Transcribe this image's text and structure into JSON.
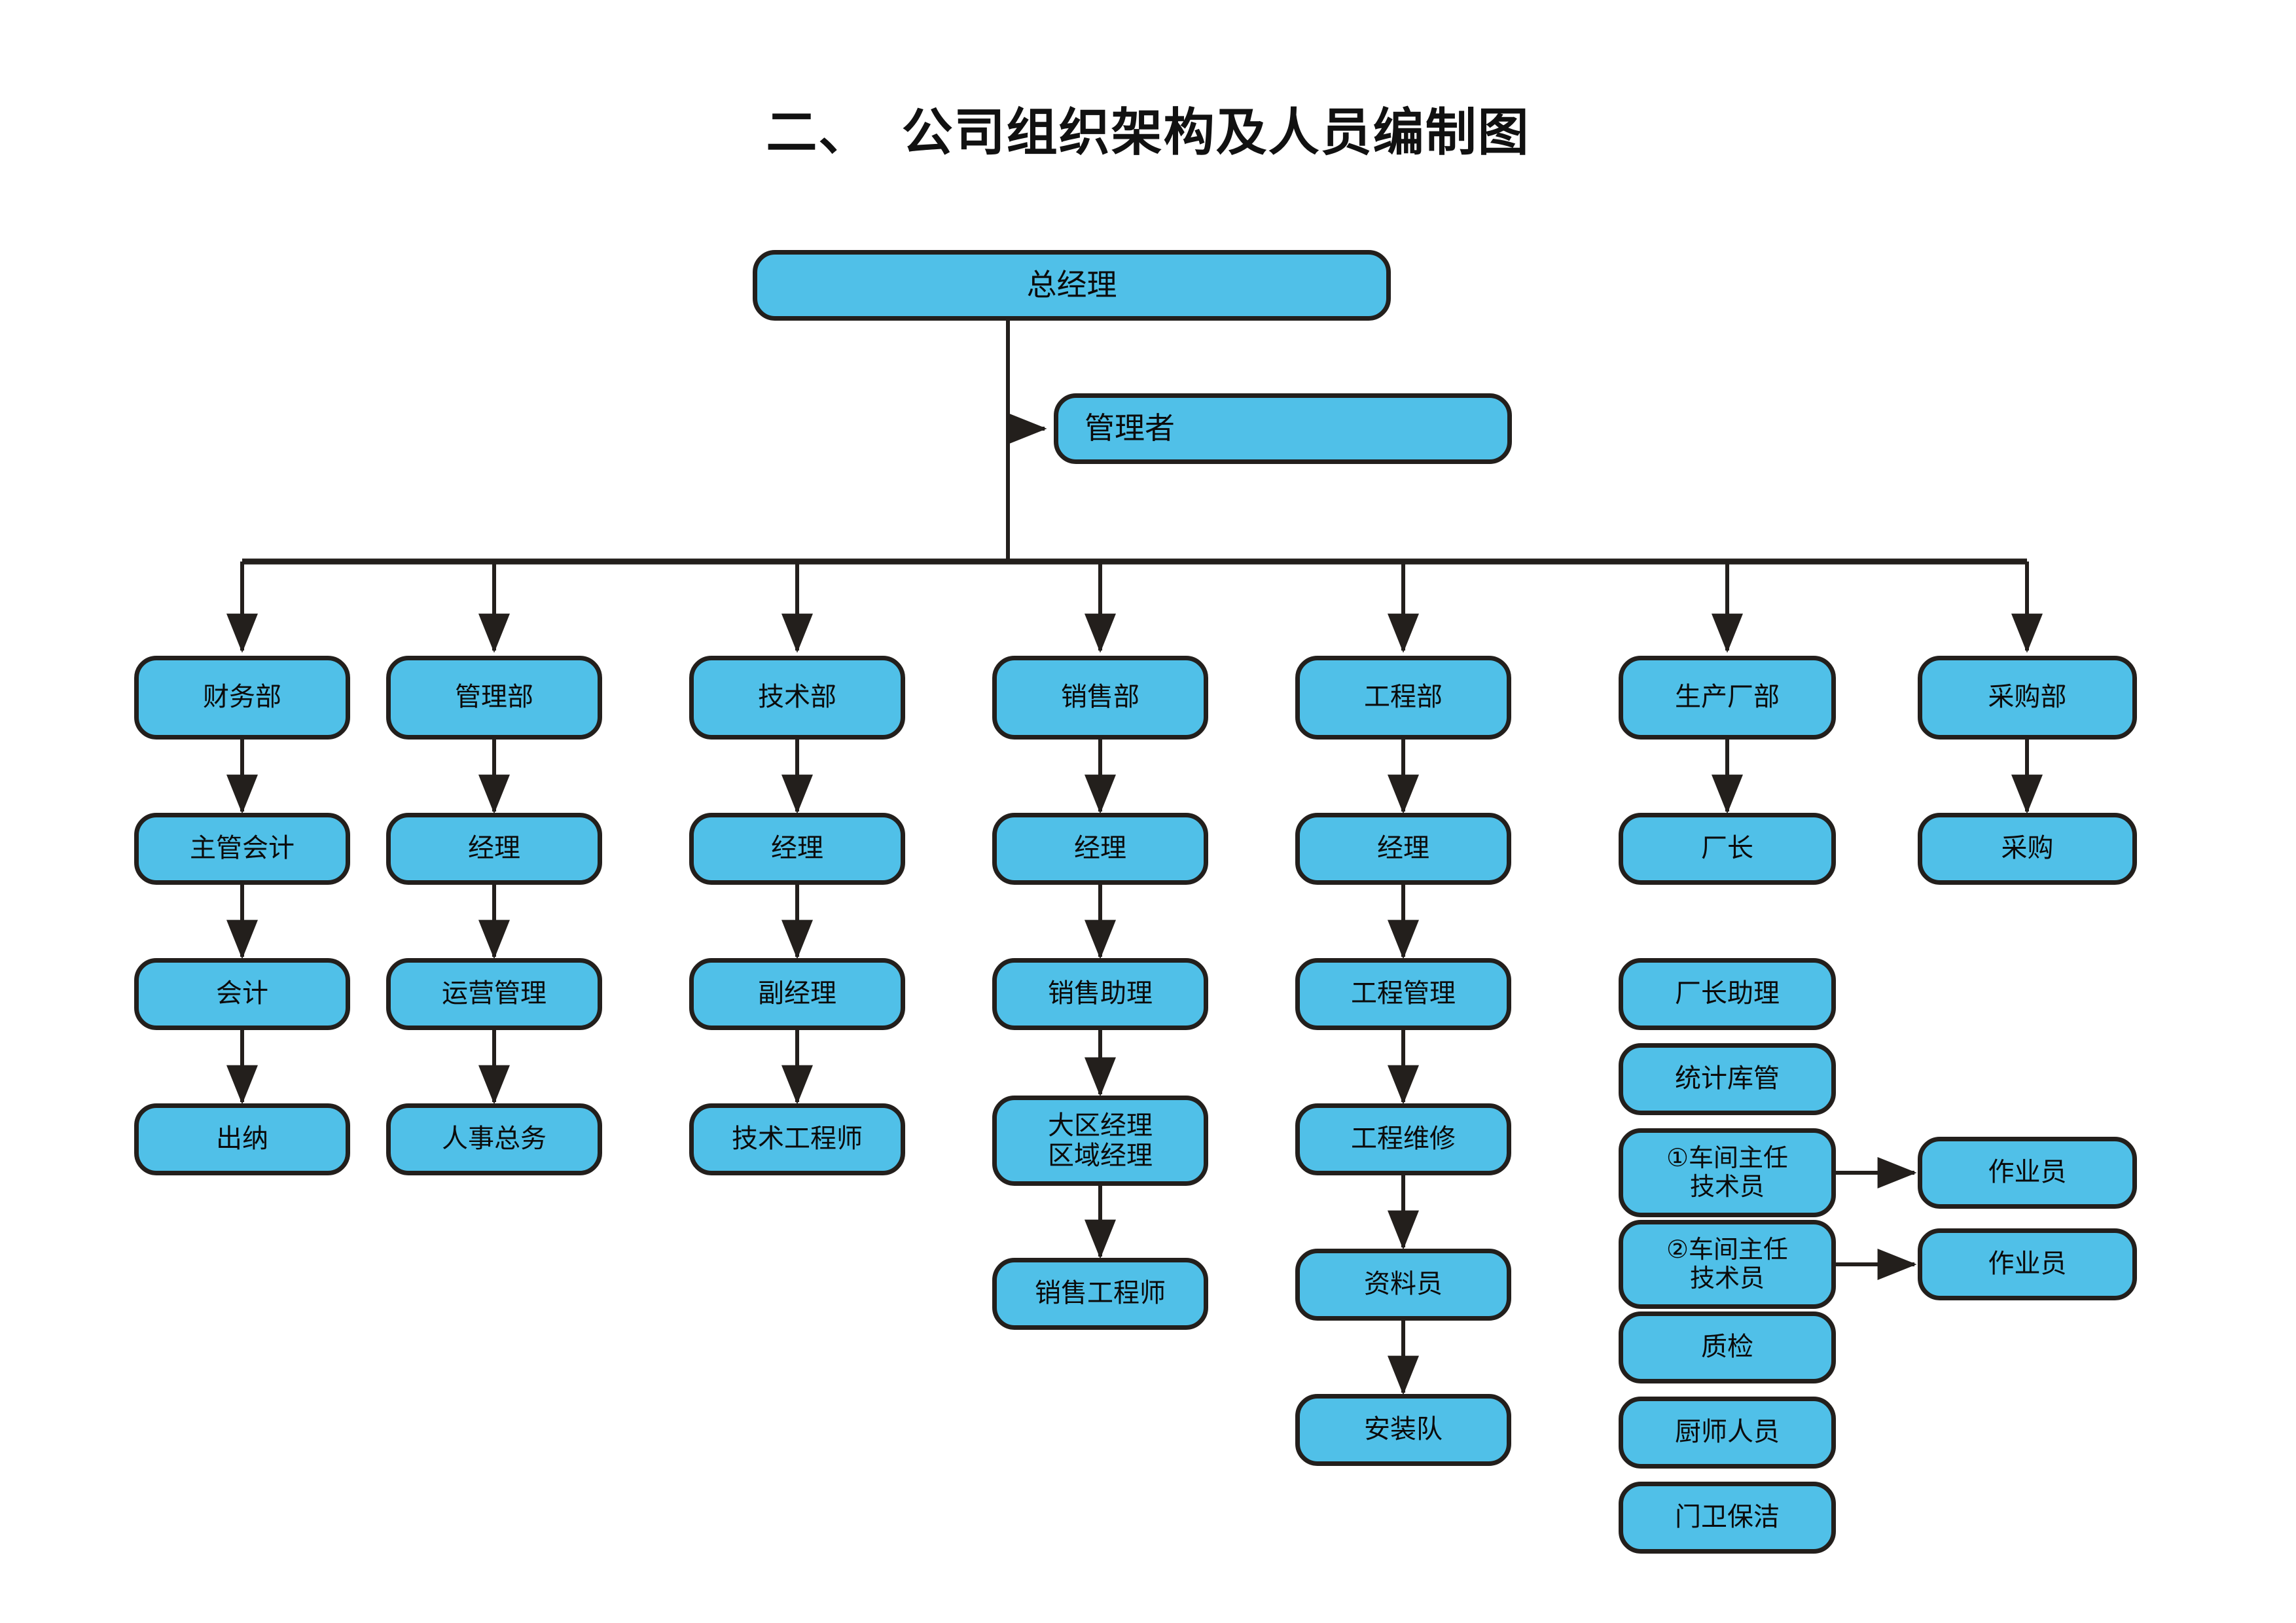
{
  "page": {
    "title": "二、  公司组织架构及人员编制图",
    "background_color": "#ffffff",
    "node_fill_color": "#50c0e8",
    "node_border_color": "#231f1c",
    "connector_color": "#231f1c",
    "text_color": "#0b0b0b"
  },
  "top": {
    "general_manager": "总经理",
    "supervisor": "管理者"
  },
  "departments": [
    {
      "name": "财务部",
      "chain": [
        "主管会计",
        "会计",
        "出纳"
      ]
    },
    {
      "name": "管理部",
      "chain": [
        "经理",
        "运营管理",
        "人事总务"
      ]
    },
    {
      "name": "技术部",
      "chain": [
        "经理",
        "副经理",
        "技术工程师"
      ]
    },
    {
      "name": "销售部",
      "chain": [
        "经理",
        "销售助理",
        "大区经理\n区域经理",
        "销售工程师"
      ]
    },
    {
      "name": "工程部",
      "chain": [
        "经理",
        "工程管理",
        "工程维修",
        "资料员",
        "安装队"
      ]
    },
    {
      "name": "生产厂部",
      "chain": [
        "厂长",
        "厂长助理",
        "统计库管",
        "①车间主任\n技术员",
        "②车间主任\n技术员",
        "质检",
        "厨师人员",
        "门卫保洁"
      ]
    },
    {
      "name": "采购部",
      "chain": [
        "采购"
      ]
    }
  ],
  "workshop_operators": [
    {
      "label": "作业员",
      "from": "①车间主任 技术员"
    },
    {
      "label": "作业员",
      "from": "②车间主任 技术员"
    }
  ]
}
